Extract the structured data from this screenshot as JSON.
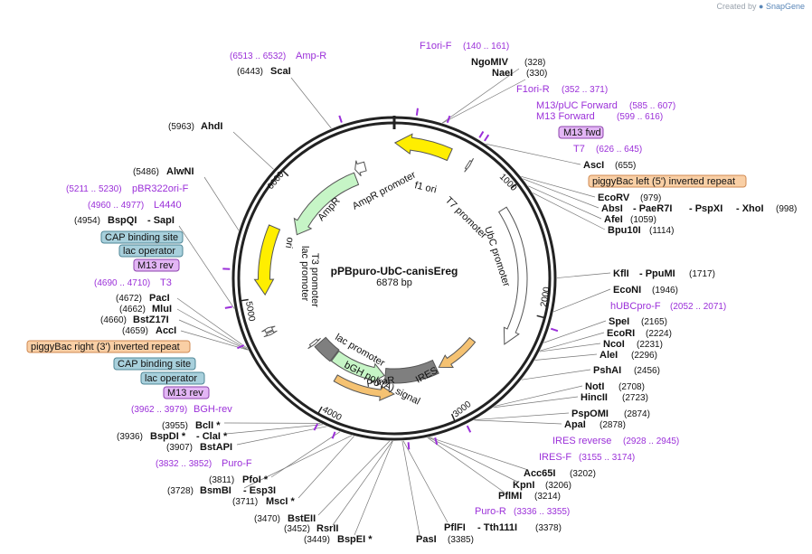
{
  "watermark": {
    "prefix": "Created by",
    "brand": "SnapGene"
  },
  "plasmid": {
    "name": "pPBpuro-UbC-canisEreg",
    "length_label": "6878 bp",
    "length": 6878
  },
  "ticks": [
    {
      "bp": 1000,
      "label": "1000"
    },
    {
      "bp": 2000,
      "label": "2000"
    },
    {
      "bp": 3000,
      "label": "3000"
    },
    {
      "bp": 4000,
      "label": "4000"
    },
    {
      "bp": 5000,
      "label": "5000"
    },
    {
      "bp": 6000,
      "label": "6000"
    }
  ],
  "features": [
    {
      "name": "f1 ori",
      "start": 6,
      "end": 461,
      "dir": -1,
      "color": "#ffee00"
    },
    {
      "name": "T7 promoter",
      "start": 626,
      "end": 645,
      "dir": 1,
      "color": "#ffffff"
    },
    {
      "name": "UbC promoter",
      "start": 1100,
      "end": 2310,
      "dir": 1,
      "color": "#ffffff"
    },
    {
      "name": "",
      "start": 2450,
      "end": 2930,
      "dir": 1,
      "color": "#f5c272"
    },
    {
      "name": "IRES",
      "start": 2960,
      "end": 3540,
      "dir": 0,
      "color": "#7f7f7f"
    },
    {
      "name": "PuroR",
      "start": 3550,
      "end": 4150,
      "dir": -1,
      "color": "#c6f5c6"
    },
    {
      "name": "",
      "start": 3440,
      "end": 4020,
      "dir": -1,
      "color": "#f5c272"
    },
    {
      "name": "bGH poly(A) signal",
      "start": 4160,
      "end": 4380,
      "dir": 0,
      "color": "#7f7f7f"
    },
    {
      "name": "lac promoter",
      "start": 4400,
      "end": 4430,
      "dir": -1,
      "color": "#ffffff"
    },
    {
      "name": "T3 promoter",
      "start": 4690,
      "end": 4710,
      "dir": -1,
      "color": "#ffffff"
    },
    {
      "name": "lac promoter",
      "start": 4720,
      "end": 4750,
      "dir": 1,
      "color": "#ffffff"
    },
    {
      "name": "ori",
      "start": 5020,
      "end": 5600,
      "dir": -1,
      "color": "#ffee00"
    },
    {
      "name": "AmpR",
      "start": 5620,
      "end": 6480,
      "dir": -1,
      "color": "#c6f5c6"
    },
    {
      "name": "AmpR promoter",
      "start": 6500,
      "end": 6600,
      "dir": -1,
      "color": "#ffffff"
    }
  ],
  "enzymes": [
    {
      "name": "NgoMIV",
      "pos": "(328)"
    },
    {
      "name": "NaeI",
      "pos": "(330)"
    },
    {
      "name": "AscI",
      "pos": "(655)"
    },
    {
      "name": "EcoRV",
      "pos": "(979)"
    },
    {
      "name": "AbsI",
      "pos": "- PaeR7I - PspXI - XhoI (998)"
    },
    {
      "name": "AfeI",
      "pos": "(1059)"
    },
    {
      "name": "Bpu10I",
      "pos": "(1114)"
    },
    {
      "name": "KflI",
      "pos": "- PpuMI (1717)"
    },
    {
      "name": "EcoNI",
      "pos": "(1946)"
    },
    {
      "name": "SpeI",
      "pos": "(2165)"
    },
    {
      "name": "EcoRI",
      "pos": "(2224)"
    },
    {
      "name": "NcoI",
      "pos": "(2231)"
    },
    {
      "name": "AleI",
      "pos": "(2296)"
    },
    {
      "name": "PshAI",
      "pos": "(2456)"
    },
    {
      "name": "NotI",
      "pos": "(2708)"
    },
    {
      "name": "HincII",
      "pos": "(2723)"
    },
    {
      "name": "PspOMI",
      "pos": "(2874)"
    },
    {
      "name": "ApaI",
      "pos": "(2878)"
    },
    {
      "name": "Acc65I",
      "pos": "(3202)"
    },
    {
      "name": "KpnI",
      "pos": "(3206)"
    },
    {
      "name": "PflMI",
      "pos": "(3214)"
    },
    {
      "name": "PflFI",
      "pos": "- Tth111I (3378)"
    },
    {
      "name": "PasI",
      "pos": "(3385)"
    },
    {
      "name": "BstEII",
      "pos": "(3470)"
    },
    {
      "name": "RsrII",
      "pos": "(3452)"
    },
    {
      "name": "BspEI *",
      "pos": "(3449)"
    },
    {
      "name": "PfoI *",
      "pos": "(3811)"
    },
    {
      "name": "BsmBI",
      "pos": "(3728)",
      "extra": "- Esp3I"
    },
    {
      "name": "MscI *",
      "pos": "(3711)"
    },
    {
      "name": "BclI *",
      "pos": "(3955)"
    },
    {
      "name": "BspDI *",
      "pos": "(3936)",
      "extra": "- ClaI *"
    },
    {
      "name": "BstAPI",
      "pos": "(3907)"
    },
    {
      "name": "ScaI",
      "pos": "(6443)"
    },
    {
      "name": "AhdI",
      "pos": "(5963)"
    },
    {
      "name": "AlwNI",
      "pos": "(5486)"
    },
    {
      "name": "BspQI",
      "pos": "(4954)",
      "extra": "- SapI"
    },
    {
      "name": "PacI",
      "pos": "(4672)"
    },
    {
      "name": "MluI",
      "pos": "(4662)"
    },
    {
      "name": "BstZ17I",
      "pos": "(4660)"
    },
    {
      "name": "AccI",
      "pos": "(4659)"
    }
  ],
  "primers": [
    {
      "name": "F1ori-F",
      "range": "(140 .. 161)"
    },
    {
      "name": "F1ori-R",
      "range": "(352 .. 371)"
    },
    {
      "name": "M13/pUC Forward",
      "range": "(585 .. 607)"
    },
    {
      "name": "M13 Forward",
      "range": "(599 .. 616)"
    },
    {
      "name": "T7",
      "range": "(626 .. 645)"
    },
    {
      "name": "hUBCpro-F",
      "range": "(2052 .. 2071)"
    },
    {
      "name": "IRES reverse",
      "range": "(2928 .. 2945)"
    },
    {
      "name": "IRES-F",
      "range": "(3155 .. 3174)"
    },
    {
      "name": "Puro-R",
      "range": "(3336 .. 3355)"
    },
    {
      "name": "Puro-F",
      "range": "(3832 .. 3852)"
    },
    {
      "name": "BGH-rev",
      "range": "(3962 .. 3979)"
    },
    {
      "name": "T3",
      "range": "(4690 .. 4710)"
    },
    {
      "name": "L4440",
      "range": "(4960 .. 4977)"
    },
    {
      "name": "pBR322ori-F",
      "range": "(5211 .. 5230)"
    },
    {
      "name": "Amp-R",
      "range": "(6513 .. 6532)"
    }
  ],
  "boxes": [
    {
      "name": "M13 fwd",
      "fill": "#e3b6f5",
      "stroke": "#8e44ad"
    },
    {
      "name": "piggyBac left (5') inverted repeat",
      "fill": "#f9cfa5",
      "stroke": "#d08a52"
    },
    {
      "name": "CAP binding site",
      "fill": "#a8d0dc",
      "stroke": "#4e8696"
    },
    {
      "name": "lac operator",
      "fill": "#a8d0dc",
      "stroke": "#4e8696"
    },
    {
      "name": "M13 rev",
      "fill": "#e3b6f5",
      "stroke": "#8e44ad"
    },
    {
      "name": "piggyBac right (3') inverted repeat",
      "fill": "#f9cfa5",
      "stroke": "#d08a52"
    },
    {
      "name": "CAP binding site",
      "fill": "#a8d0dc",
      "stroke": "#4e8696"
    },
    {
      "name": "lac operator",
      "fill": "#a8d0dc",
      "stroke": "#4e8696"
    },
    {
      "name": "M13 rev",
      "fill": "#e3b6f5",
      "stroke": "#8e44ad"
    }
  ]
}
